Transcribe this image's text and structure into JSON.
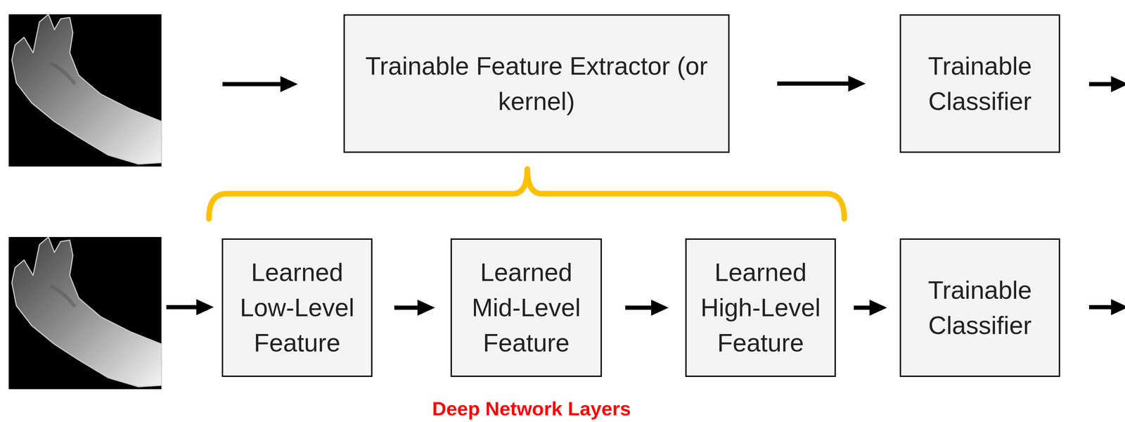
{
  "diagram": {
    "nodes": [
      {
        "text": [
          "Trainable Feature Extractor (or kernel)"
        ]
      },
      {
        "text": [
          "Trainable Classifier"
        ]
      },
      {
        "text": [
          "Learned Low-Level Feature"
        ]
      },
      {
        "text": [
          "Learned Mid-Level Feature"
        ]
      },
      {
        "text": [
          "Learned High-Level Feature"
        ]
      },
      {
        "text": [
          "Trainable Classifier"
        ]
      }
    ],
    "edges": [
      {
        "from": 0,
        "to": 1,
        "arrow": "to"
      },
      {
        "from": 2,
        "to": 3,
        "arrow": "to"
      },
      {
        "from": 3,
        "to": 4,
        "arrow": "to"
      },
      {
        "from": 4,
        "to": 5,
        "arrow": "to"
      }
    ],
    "labels": [
      "Deep Network Layers"
    ]
  }
}
